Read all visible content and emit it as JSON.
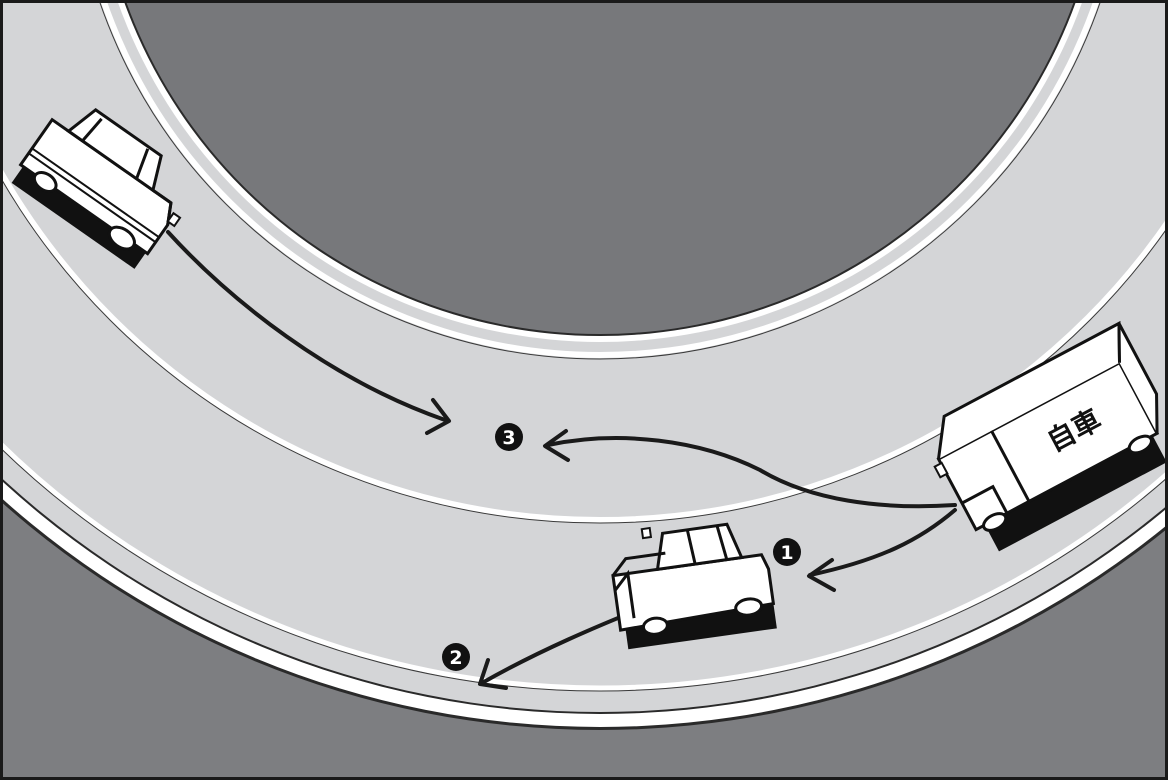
{
  "scene": {
    "own_vehicle_label": "自車",
    "markers": [
      {
        "id": "1",
        "glyph": "1"
      },
      {
        "id": "2",
        "glyph": "2"
      },
      {
        "id": "3",
        "glyph": "3"
      }
    ],
    "colors": {
      "frame": "#1a1a1a",
      "infield": "#77787b",
      "outer_ground": "#7d7e81",
      "road": "#d4d5d7",
      "lane_line": "#ffffff",
      "vehicle_body": "#ffffff",
      "vehicle_outline": "#111111",
      "path": "#1a1a1a"
    }
  }
}
